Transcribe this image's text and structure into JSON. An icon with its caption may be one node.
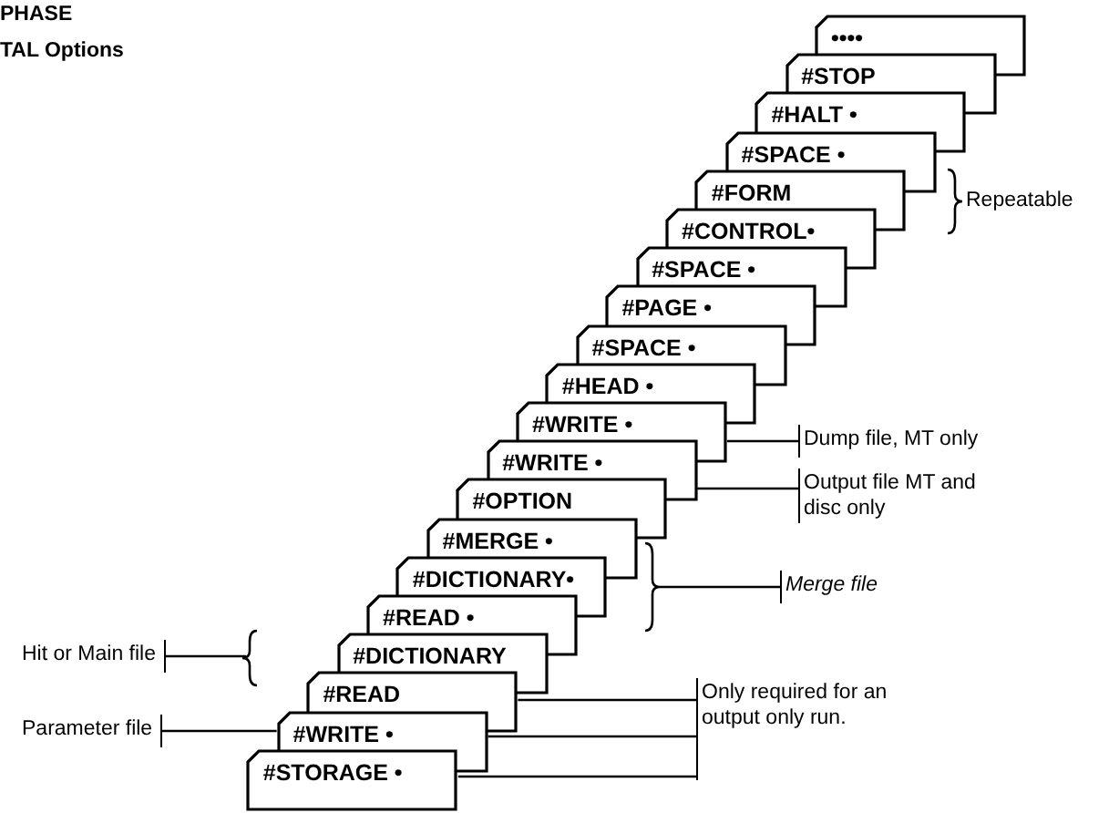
{
  "diagram": {
    "nodes": [
      {
        "text": [
          "••••"
        ]
      },
      {
        "text": [
          "#STOP"
        ]
      },
      {
        "text": [
          "#HALT •"
        ]
      },
      {
        "text": [
          "#SPACE •"
        ]
      },
      {
        "text": [
          "#FORM"
        ]
      },
      {
        "text": [
          "#CONTROL•"
        ]
      },
      {
        "text": [
          "#SPACE •"
        ]
      },
      {
        "text": [
          "#PAGE •"
        ]
      },
      {
        "text": [
          "#SPACE •"
        ]
      },
      {
        "text": [
          "#HEAD •"
        ]
      },
      {
        "text": [
          "#WRITE •"
        ]
      },
      {
        "text": [
          "#WRITE •"
        ]
      },
      {
        "text": [
          "#OPTION"
        ]
      },
      {
        "text": [
          "#MERGE •"
        ]
      },
      {
        "text": [
          "#DICTIONARY•"
        ]
      },
      {
        "text": [
          "#READ •"
        ]
      },
      {
        "text": [
          "#DICTIONARY"
        ]
      },
      {
        "text": [
          "#READ"
        ]
      },
      {
        "text": [
          "#WRITE •"
        ]
      },
      {
        "text": [
          "#STORAGE •"
        ]
      },
      {
        "text": [
          "Dump file, MT only"
        ]
      },
      {
        "text": [
          "Output file MT and disc only"
        ]
      },
      {
        "text": [
          "Merge file"
        ]
      },
      {
        "text": [
          "Hit or Main file"
        ]
      },
      {
        "text": [
          "Parameter file"
        ]
      },
      {
        "text": [
          "Only required for an output only run."
        ]
      }
    ],
    "edges": [
      {
        "from": 20,
        "to": 10,
        "arrow": "none"
      },
      {
        "from": 21,
        "to": 11,
        "arrow": "none"
      },
      {
        "from": 22,
        "to": null,
        "arrow": "none"
      },
      {
        "from": 23,
        "to": null,
        "arrow": "none"
      },
      {
        "from": 24,
        "to": 18,
        "arrow": "none"
      },
      {
        "from": 17,
        "to": 25,
        "arrow": "none"
      },
      {
        "from": 18,
        "to": 25,
        "arrow": "none"
      },
      {
        "from": 19,
        "to": 25,
        "arrow": "none"
      }
    ],
    "labels": [
      "PHASE",
      "TAL Options",
      "Repeatable"
    ]
  }
}
